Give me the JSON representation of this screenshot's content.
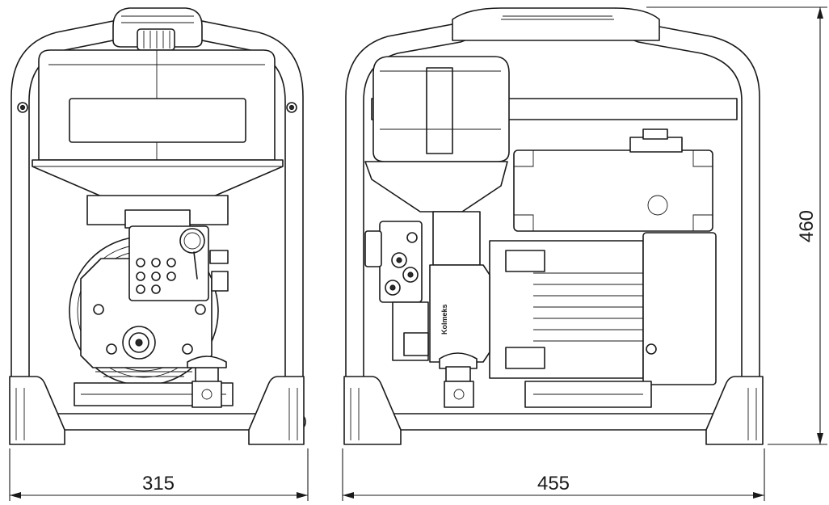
{
  "dimensions": {
    "front_width": "315",
    "side_width": "455",
    "height": "460"
  },
  "labels": {
    "motor_brand": "Kolmeks"
  }
}
